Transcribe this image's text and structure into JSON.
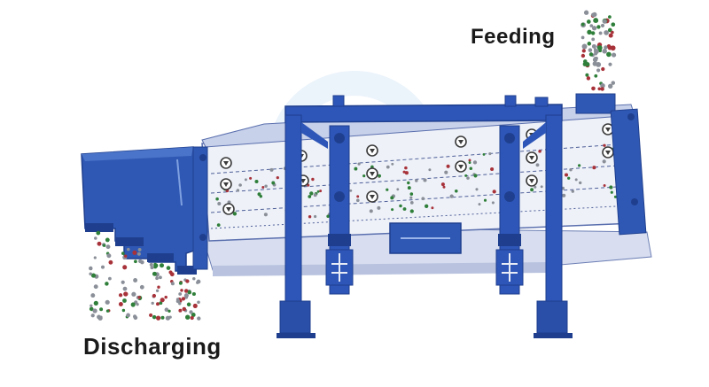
{
  "labels": {
    "feeding": "Feeding",
    "discharging": "Discharging"
  },
  "colors": {
    "machine_blue": "#2f58b4",
    "machine_blue_dark": "#1f3f8e",
    "frame_blue": "#2e56b8",
    "screen_panel": "#eef1f8",
    "housing_light": "#c7cfe6",
    "watermark": "#cfe3f5",
    "particle_green": "#2f7f3a",
    "particle_red": "#a8323a",
    "particle_gray": "#8a8f98",
    "label_text": "#1a1a1a"
  },
  "icons": [
    "eccentric-vibrator-icon",
    "spring-mount-icon",
    "watermark-logo"
  ]
}
